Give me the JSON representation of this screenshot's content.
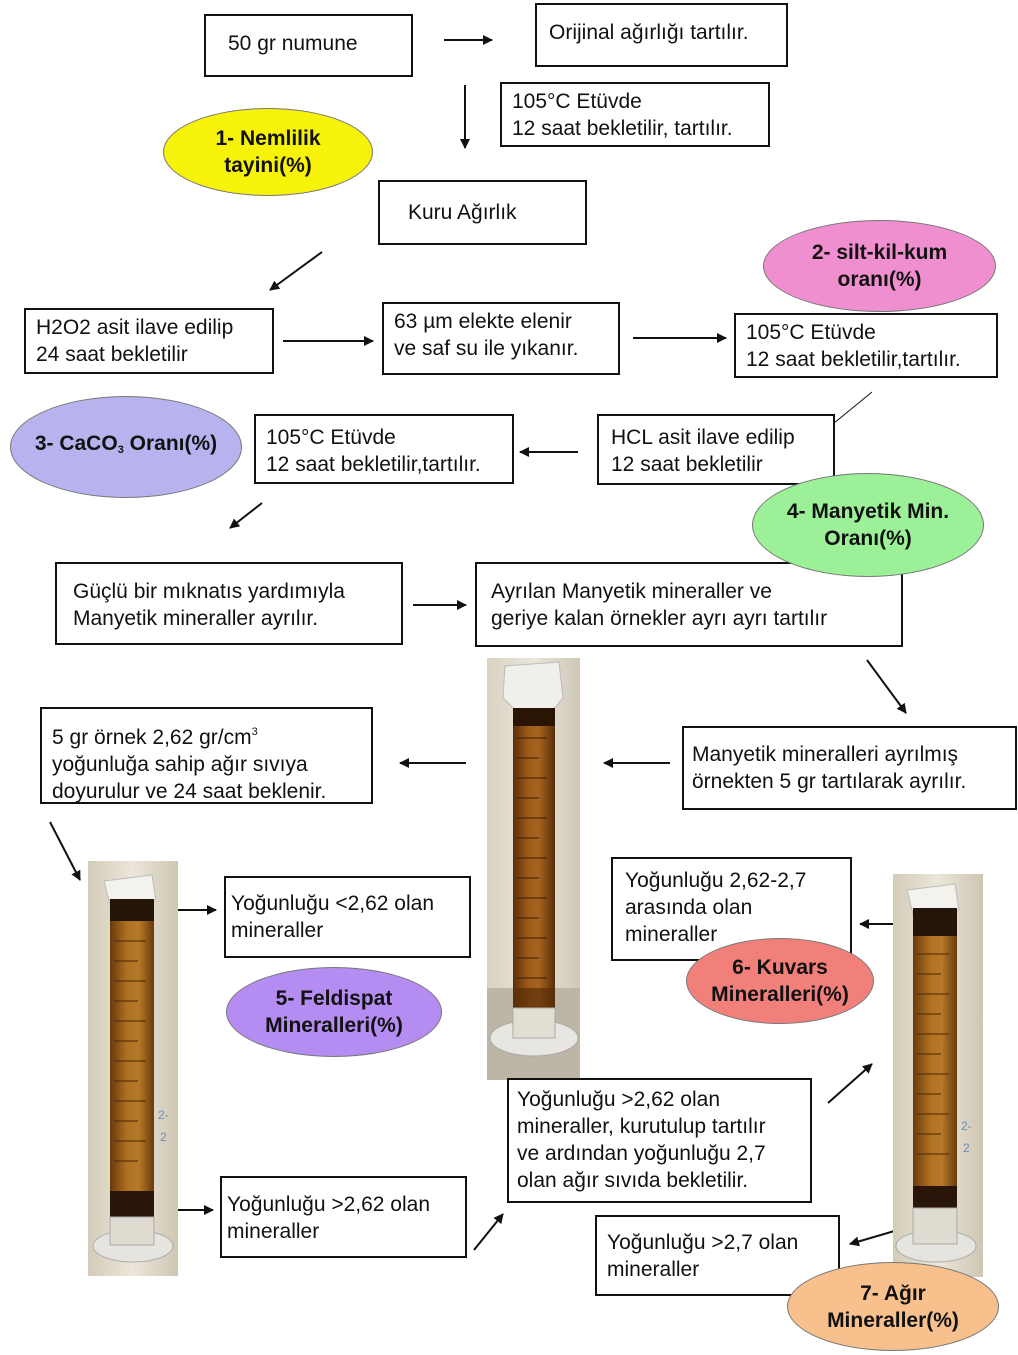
{
  "boxes": {
    "sample": "50 gr numune",
    "original_weight": "Orijinal ağırlığı tartılır.",
    "oven1": {
      "line1": "105°C Etüvde",
      "line2": "12 saat bekletilir, tartılır."
    },
    "dry_weight": "Kuru Ağırlık",
    "h2o2": {
      "line1": "H2O2 asit ilave edilip",
      "line2": "24 saat bekletilir"
    },
    "sieve": {
      "line1": "63 µm elekte elenir",
      "line2": "ve saf su ile yıkanır."
    },
    "oven2": {
      "line1": "105°C Etüvde",
      "line2": "12 saat bekletilir,tartılır."
    },
    "hcl": {
      "line1": "HCL asit ilave edilip",
      "line2": "12 saat bekletilir"
    },
    "oven3": {
      "line1": "105°C Etüvde",
      "line2": "12 saat bekletilir,tartılır."
    },
    "magnet": {
      "line1": "Güçlü bir mıknatıs yardımıyla",
      "line2": "Manyetik mineraller ayrılır."
    },
    "separated": {
      "line1": "Ayrılan Manyetik mineraller ve",
      "line2": "geriye kalan örnekler ayrı ayrı tartılır"
    },
    "weigh5": {
      "line1": "Manyetik mineralleri ayrılmış",
      "line2": "örnekten 5 gr tartılarak ayrılır."
    },
    "heavy_liquid": {
      "line1_a": "5 gr örnek 2,62 gr/cm",
      "line1_sup": "3",
      "line2": "yoğunluğa sahip ağır sıvıya",
      "line3": "doyurulur ve 24 saat beklenir."
    },
    "lt262": {
      "line1": "Yoğunluğu <2,62 olan",
      "line2": "mineraller"
    },
    "gt262": {
      "line1": "Yoğunluğu >2,62 olan",
      "line2": "mineraller"
    },
    "gt262_dry": {
      "line1": "Yoğunluğu >2,62 olan",
      "line2": "mineraller, kurutulup tartılır",
      "line3": "ve ardından yoğunluğu 2,7",
      "line4": "olan ağır sıvıda bekletilir."
    },
    "r262_27": {
      "line1": "Yoğunluğu 2,62-2,7",
      "line2": "arasında olan",
      "line3": "mineraller"
    },
    "gt27": {
      "line1": "Yoğunluğu >2,7 olan",
      "line2": "mineraller"
    }
  },
  "ellipses": {
    "e1": {
      "line1": "1- Nemlilik",
      "line2": "tayini(%)",
      "color": "#f7f20a"
    },
    "e2": {
      "line1": "2- silt-kil-kum",
      "line2": "oranı(%)",
      "color": "#f08fcf"
    },
    "e3": {
      "text_a": "3- CaCO",
      "sub": "3",
      "text_b": " Oranı(%)",
      "color": "#b6b3ef"
    },
    "e4": {
      "line1": "4- Manyetik Min.",
      "line2": "Oranı(%)",
      "color": "#9bf098"
    },
    "e5": {
      "line1": "5- Feldispat",
      "line2": "Mineralleri(%)",
      "color": "#b48cf2"
    },
    "e6": {
      "line1": "6- Kuvars",
      "line2": "Mineralleri(%)",
      "color": "#f2807a"
    },
    "e7": {
      "line1": "7- Ağır",
      "line2": "Mineraller(%)",
      "color": "#f7c08c"
    }
  },
  "photos": [
    {
      "name": "left-cylinder-photo",
      "labels": [
        "2-",
        "2"
      ]
    },
    {
      "name": "center-cylinder-photo",
      "labels": []
    },
    {
      "name": "right-cylinder-photo",
      "labels": [
        "2-",
        "2"
      ]
    }
  ]
}
